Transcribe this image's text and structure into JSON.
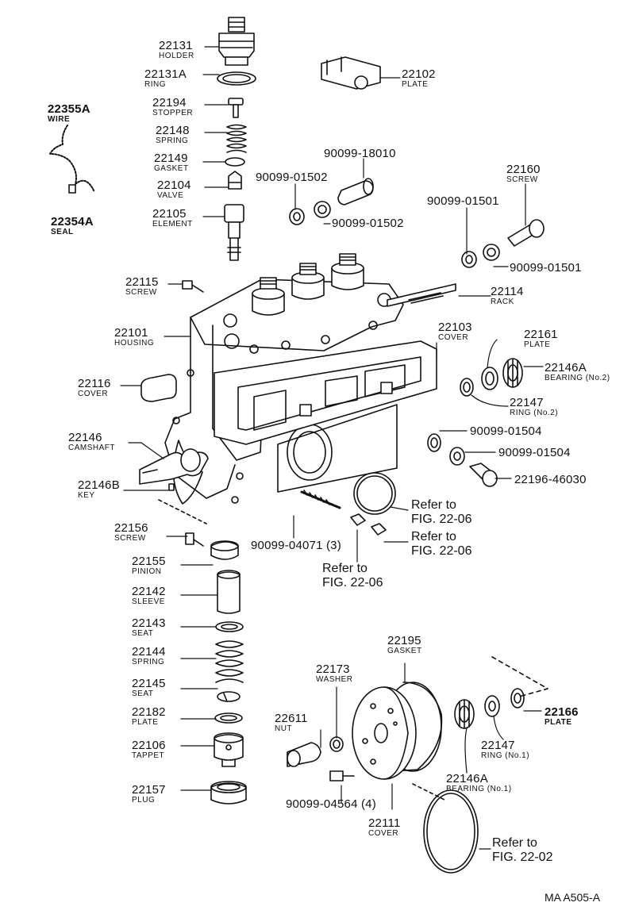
{
  "labels": [
    {
      "id": "22131",
      "part": "22131",
      "name": "HOLDER"
    },
    {
      "id": "22131A",
      "part": "22131A",
      "name": "RING"
    },
    {
      "id": "22194",
      "part": "22194",
      "name": "STOPPER"
    },
    {
      "id": "22148",
      "part": "22148",
      "name": "SPRING"
    },
    {
      "id": "22149",
      "part": "22149",
      "name": "GASKET"
    },
    {
      "id": "22104",
      "part": "22104",
      "name": "VALVE"
    },
    {
      "id": "22105",
      "part": "22105",
      "name": "ELEMENT"
    },
    {
      "id": "22355A",
      "part": "22355A",
      "name": "WIRE"
    },
    {
      "id": "22354A",
      "part": "22354A",
      "name": "SEAL"
    },
    {
      "id": "22102",
      "part": "22102",
      "name": "PLATE"
    },
    {
      "id": "90099-18010",
      "part": "90099-18010",
      "name": ""
    },
    {
      "id": "90099-01502a",
      "part": "90099-01502",
      "name": ""
    },
    {
      "id": "90099-01502b",
      "part": "90099-01502",
      "name": ""
    },
    {
      "id": "22160",
      "part": "22160",
      "name": "SCREW"
    },
    {
      "id": "90099-01501a",
      "part": "90099-01501",
      "name": ""
    },
    {
      "id": "90099-01501b",
      "part": "90099-01501",
      "name": ""
    },
    {
      "id": "22115",
      "part": "22115",
      "name": "SCREW"
    },
    {
      "id": "22114",
      "part": "22114",
      "name": "RACK"
    },
    {
      "id": "22101",
      "part": "22101",
      "name": "HOUSING"
    },
    {
      "id": "22103",
      "part": "22103",
      "name": "COVER"
    },
    {
      "id": "22161",
      "part": "22161",
      "name": "PLATE"
    },
    {
      "id": "22146A-2",
      "part": "22146A",
      "name": "BEARING (No.2)"
    },
    {
      "id": "22116",
      "part": "22116",
      "name": "COVER"
    },
    {
      "id": "22147-2",
      "part": "22147",
      "name": "RING (No.2)"
    },
    {
      "id": "22146",
      "part": "22146",
      "name": "CAMSHAFT"
    },
    {
      "id": "90099-01504a",
      "part": "90099-01504",
      "name": ""
    },
    {
      "id": "90099-01504b",
      "part": "90099-01504",
      "name": ""
    },
    {
      "id": "22196-46030",
      "part": "22196-46030",
      "name": ""
    },
    {
      "id": "22146B",
      "part": "22146B",
      "name": "KEY"
    },
    {
      "id": "22156",
      "part": "22156",
      "name": "SCREW"
    },
    {
      "id": "90099-04071",
      "part": "90099-04071 (3)",
      "name": ""
    },
    {
      "id": "22155",
      "part": "22155",
      "name": "PINION"
    },
    {
      "id": "22142",
      "part": "22142",
      "name": "SLEEVE"
    },
    {
      "id": "22143",
      "part": "22143",
      "name": "SEAT"
    },
    {
      "id": "22195",
      "part": "22195",
      "name": "GASKET"
    },
    {
      "id": "22144",
      "part": "22144",
      "name": "SPRING"
    },
    {
      "id": "22173",
      "part": "22173",
      "name": "WASHER"
    },
    {
      "id": "22145",
      "part": "22145",
      "name": "SEAT"
    },
    {
      "id": "22166",
      "part": "22166",
      "name": "PLATE"
    },
    {
      "id": "22611",
      "part": "22611",
      "name": "NUT"
    },
    {
      "id": "22182",
      "part": "22182",
      "name": "PLATE"
    },
    {
      "id": "22147-1",
      "part": "22147",
      "name": "RING (No.1)"
    },
    {
      "id": "22106",
      "part": "22106",
      "name": "TAPPET"
    },
    {
      "id": "22146A-1",
      "part": "22146A",
      "name": "BEARING (No.1)"
    },
    {
      "id": "22157",
      "part": "22157",
      "name": "PLUG"
    },
    {
      "id": "90099-04564",
      "part": "90099-04564 (4)",
      "name": ""
    },
    {
      "id": "22111",
      "part": "22111",
      "name": "COVER"
    }
  ],
  "refs": [
    {
      "id": "ref1",
      "line1": "Refer to",
      "line2": "FIG. 22-06"
    },
    {
      "id": "ref2",
      "line1": "Refer to",
      "line2": "FIG. 22-06"
    },
    {
      "id": "ref3",
      "line1": "Refer to",
      "line2": "FIG. 22-06"
    },
    {
      "id": "ref4",
      "line1": "Refer to",
      "line2": "FIG. 22-02"
    }
  ],
  "diagram_code": "MA A505-A"
}
